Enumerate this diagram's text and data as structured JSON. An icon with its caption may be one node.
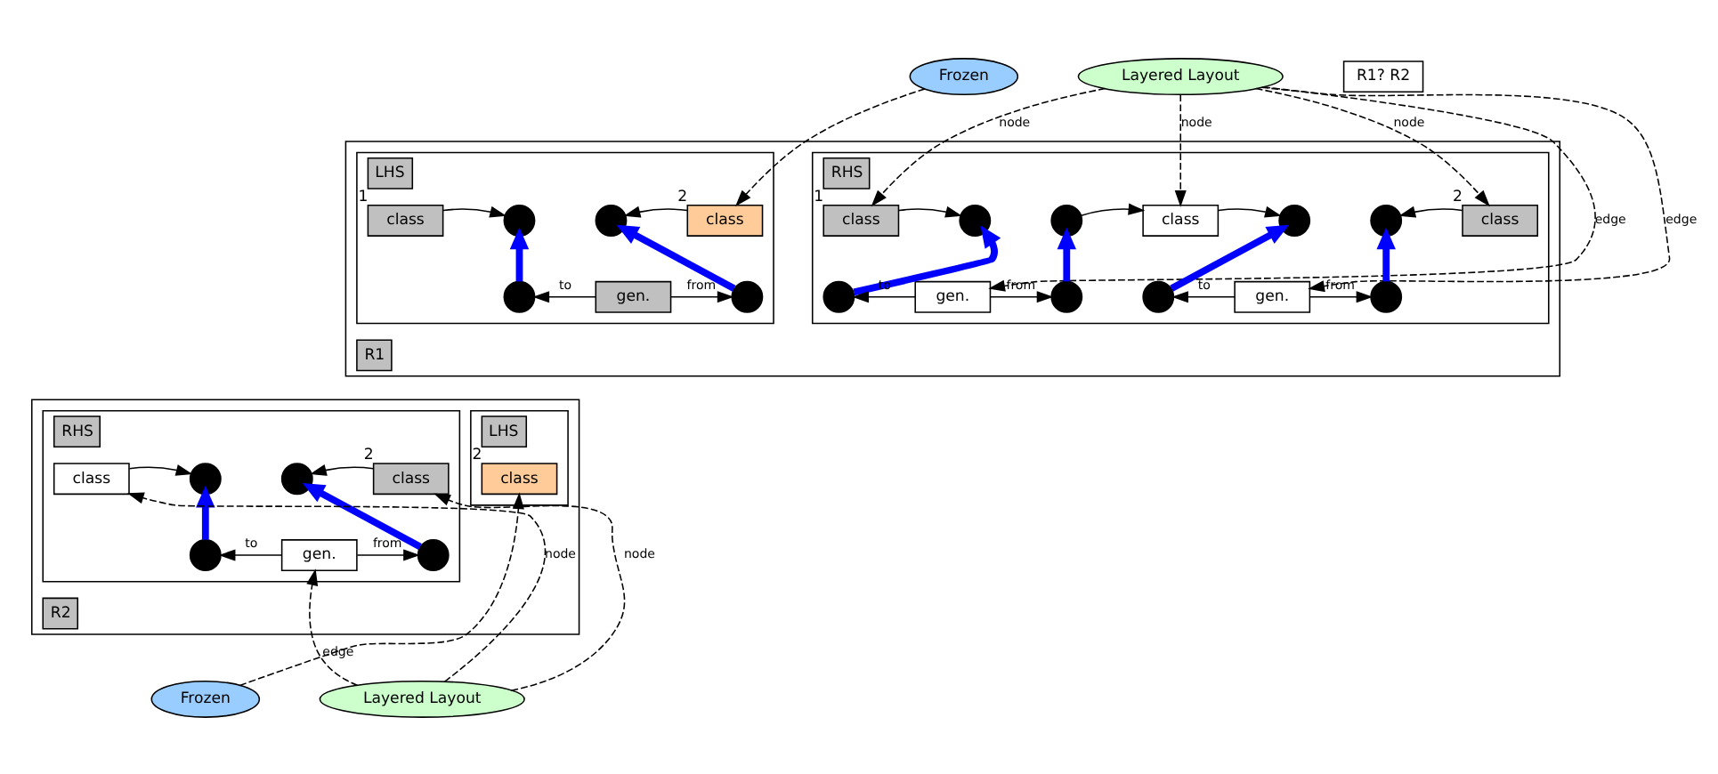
{
  "diagram": {
    "nodes": [
      {
        "text": [
          "Frozen"
        ]
      },
      {
        "text": [
          "Layered Layout"
        ]
      },
      {
        "text": [
          "R1? R2"
        ]
      },
      {
        "text": [
          "R1"
        ]
      },
      {
        "text": [
          "LHS"
        ],
        "in": 3
      },
      {
        "text": [
          "class"
        ],
        "in": 4,
        "beside": [
          "1"
        ]
      },
      {
        "text": [],
        "shape": "circle",
        "in": 4
      },
      {
        "text": [],
        "shape": "circle",
        "in": 4
      },
      {
        "text": [
          "class"
        ],
        "in": 4,
        "beside": [
          "2"
        ]
      },
      {
        "text": [],
        "shape": "circle",
        "in": 4
      },
      {
        "text": [
          "gen."
        ],
        "in": 4
      },
      {
        "text": [],
        "shape": "circle",
        "in": 4
      },
      {
        "text": [
          "RHS"
        ],
        "in": 3
      },
      {
        "text": [
          "class"
        ],
        "in": 12,
        "beside": [
          "1"
        ]
      },
      {
        "text": [],
        "shape": "circle",
        "in": 12
      },
      {
        "text": [],
        "shape": "circle",
        "in": 12
      },
      {
        "text": [
          "class"
        ],
        "in": 12
      },
      {
        "text": [],
        "shape": "circle",
        "in": 12
      },
      {
        "text": [],
        "shape": "circle",
        "in": 12
      },
      {
        "text": [
          "class"
        ],
        "in": 12,
        "beside": [
          "2"
        ]
      },
      {
        "text": [],
        "shape": "circle",
        "in": 12
      },
      {
        "text": [
          "gen."
        ],
        "in": 12
      },
      {
        "text": [],
        "shape": "circle",
        "in": 12
      },
      {
        "text": [],
        "shape": "circle",
        "in": 12
      },
      {
        "text": [
          "gen."
        ],
        "in": 12
      },
      {
        "text": [],
        "shape": "circle",
        "in": 12
      },
      {
        "text": [
          "R2"
        ]
      },
      {
        "text": [
          "LHS"
        ],
        "in": 26
      },
      {
        "text": [
          "class"
        ],
        "in": 27,
        "beside": [
          "2"
        ]
      },
      {
        "text": [
          "RHS"
        ],
        "in": 26
      },
      {
        "text": [
          "class"
        ],
        "in": 29
      },
      {
        "text": [],
        "shape": "circle",
        "in": 29
      },
      {
        "text": [],
        "shape": "circle",
        "in": 29
      },
      {
        "text": [
          "class"
        ],
        "in": 29,
        "beside": [
          "2"
        ]
      },
      {
        "text": [],
        "shape": "circle",
        "in": 29
      },
      {
        "text": [
          "gen."
        ],
        "in": 29
      },
      {
        "text": [],
        "shape": "circle",
        "in": 29
      },
      {
        "text": [
          "Frozen"
        ]
      },
      {
        "text": [
          "Layered Layout"
        ]
      }
    ],
    "edges": [
      {
        "from": 5,
        "to": 6,
        "arrow": "to"
      },
      {
        "from": 9,
        "to": 6,
        "arrow": "to",
        "style": "thick",
        "color": "#0000ff"
      },
      {
        "from": 10,
        "to": 9,
        "arrow": "to",
        "label": "to"
      },
      {
        "from": 10,
        "to": 11,
        "arrow": "to",
        "label": "from"
      },
      {
        "from": 11,
        "to": 7,
        "arrow": "to",
        "style": "thick",
        "color": "#0000ff"
      },
      {
        "from": 8,
        "to": 7,
        "arrow": "to"
      },
      {
        "from": 0,
        "to": 8,
        "arrow": "to",
        "style": "dashed"
      },
      {
        "from": 13,
        "to": 14,
        "arrow": "to"
      },
      {
        "from": 20,
        "to": 14,
        "arrow": "to",
        "style": "thick",
        "color": "#0000ff"
      },
      {
        "from": 21,
        "to": 20,
        "arrow": "to",
        "label": "to"
      },
      {
        "from": 21,
        "to": 22,
        "arrow": "to",
        "label": "from"
      },
      {
        "from": 22,
        "to": 15,
        "arrow": "to",
        "style": "thick",
        "color": "#0000ff"
      },
      {
        "from": 15,
        "to": 16,
        "arrow": "to"
      },
      {
        "from": 16,
        "to": 17,
        "arrow": "to"
      },
      {
        "from": 23,
        "to": 17,
        "arrow": "to",
        "style": "thick",
        "color": "#0000ff"
      },
      {
        "from": 24,
        "to": 23,
        "arrow": "to",
        "label": "to"
      },
      {
        "from": 24,
        "to": 25,
        "arrow": "to",
        "label": "from"
      },
      {
        "from": 25,
        "to": 18,
        "arrow": "to",
        "style": "thick",
        "color": "#0000ff"
      },
      {
        "from": 19,
        "to": 18,
        "arrow": "to"
      },
      {
        "from": 1,
        "to": 13,
        "arrow": "to",
        "style": "dashed",
        "label": "node"
      },
      {
        "from": 1,
        "to": 21,
        "arrow": "to",
        "style": "dashed",
        "label": "edge"
      },
      {
        "from": 1,
        "to": 16,
        "arrow": "to",
        "style": "dashed",
        "label": "node"
      },
      {
        "from": 1,
        "to": 24,
        "arrow": "to",
        "style": "dashed",
        "label": "edge"
      },
      {
        "from": 1,
        "to": 19,
        "arrow": "to",
        "style": "dashed",
        "label": "node"
      },
      {
        "from": 37,
        "to": 28,
        "arrow": "to",
        "style": "dashed"
      },
      {
        "from": 30,
        "to": 31,
        "arrow": "to"
      },
      {
        "from": 34,
        "to": 31,
        "arrow": "to",
        "style": "thick",
        "color": "#0000ff"
      },
      {
        "from": 35,
        "to": 34,
        "arrow": "to",
        "label": "to"
      },
      {
        "from": 35,
        "to": 36,
        "arrow": "to",
        "label": "from"
      },
      {
        "from": 36,
        "to": 32,
        "arrow": "to",
        "style": "thick",
        "color": "#0000ff"
      },
      {
        "from": 33,
        "to": 32,
        "arrow": "to"
      },
      {
        "from": 38,
        "to": 30,
        "arrow": "to",
        "style": "dashed",
        "label": "node"
      },
      {
        "from": 38,
        "to": 35,
        "arrow": "to",
        "style": "dashed",
        "label": "edge"
      },
      {
        "from": 38,
        "to": 33,
        "arrow": "to",
        "style": "dashed",
        "label": "node"
      }
    ]
  }
}
